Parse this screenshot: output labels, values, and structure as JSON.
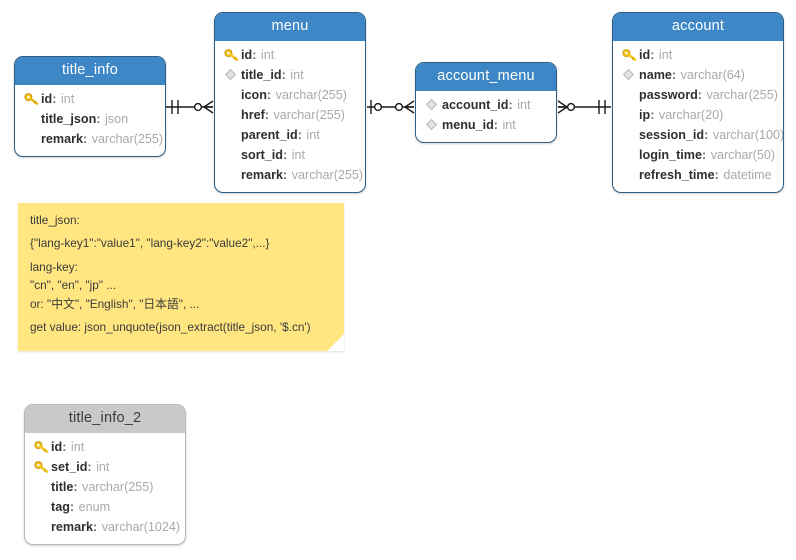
{
  "diagram": {
    "type": "er-diagram",
    "title_color": "#3d87c6",
    "gray_color": "#c9c9c9",
    "note_color": "#ffe680"
  },
  "tables": [
    {
      "id": "title_info",
      "name": "title_info",
      "style": "blue",
      "columns": [
        {
          "mark": "key-icon",
          "name": "id",
          "type": "int"
        },
        {
          "mark": "none",
          "name": "title_json",
          "type": "json"
        },
        {
          "mark": "none",
          "name": "remark",
          "type": "varchar(255)"
        }
      ]
    },
    {
      "id": "menu",
      "name": "menu",
      "style": "blue",
      "columns": [
        {
          "mark": "key-icon",
          "name": "id",
          "type": "int"
        },
        {
          "mark": "diamond-icon",
          "name": "title_id",
          "type": "int"
        },
        {
          "mark": "none",
          "name": "icon",
          "type": "varchar(255)"
        },
        {
          "mark": "none",
          "name": "href",
          "type": "varchar(255)"
        },
        {
          "mark": "none",
          "name": "parent_id",
          "type": "int"
        },
        {
          "mark": "none",
          "name": "sort_id",
          "type": "int"
        },
        {
          "mark": "none",
          "name": "remark",
          "type": "varchar(255)"
        }
      ]
    },
    {
      "id": "account_menu",
      "name": "account_menu",
      "style": "blue",
      "columns": [
        {
          "mark": "diamond-icon",
          "name": "account_id",
          "type": "int"
        },
        {
          "mark": "diamond-icon",
          "name": "menu_id",
          "type": "int"
        }
      ]
    },
    {
      "id": "account",
      "name": "account",
      "style": "blue",
      "columns": [
        {
          "mark": "key-icon",
          "name": "id",
          "type": "int"
        },
        {
          "mark": "diamond-icon",
          "name": "name",
          "type": "varchar(64)"
        },
        {
          "mark": "none",
          "name": "password",
          "type": "varchar(255)"
        },
        {
          "mark": "none",
          "name": "ip",
          "type": "varchar(20)"
        },
        {
          "mark": "none",
          "name": "session_id",
          "type": "varchar(100)"
        },
        {
          "mark": "none",
          "name": "login_time",
          "type": "varchar(50)"
        },
        {
          "mark": "none",
          "name": "refresh_time",
          "type": "datetime"
        }
      ]
    },
    {
      "id": "title_info_2",
      "name": "title_info_2",
      "style": "gray",
      "columns": [
        {
          "mark": "key-icon",
          "name": "id",
          "type": "int"
        },
        {
          "mark": "key-icon",
          "name": "set_id",
          "type": "int"
        },
        {
          "mark": "none",
          "name": "title",
          "type": "varchar(255)"
        },
        {
          "mark": "none",
          "name": "tag",
          "type": "enum"
        },
        {
          "mark": "none",
          "name": "remark",
          "type": "varchar(1024)"
        }
      ]
    }
  ],
  "note": {
    "lines": [
      "title_json:",
      "{\"lang-key1\":\"value1\", \"lang-key2\":\"value2\",...}",
      "lang-key:",
      "\"cn\", \"en\", \"jp\" ...",
      "or: \"中文\", \"English\", \"日本語\", ...",
      "get value: json_unquote(json_extract(title_json, '$.cn')"
    ]
  },
  "relationships": [
    {
      "from": "title_info",
      "to": "menu",
      "from_cardinality": "one-and-only-one",
      "to_cardinality": "zero-or-many"
    },
    {
      "from": "menu",
      "to": "account_menu",
      "from_cardinality": "zero-or-one",
      "to_cardinality": "zero-or-many"
    },
    {
      "from": "account_menu",
      "to": "account",
      "from_cardinality": "zero-or-many",
      "to_cardinality": "one-and-only-one"
    }
  ],
  "separator": ":"
}
